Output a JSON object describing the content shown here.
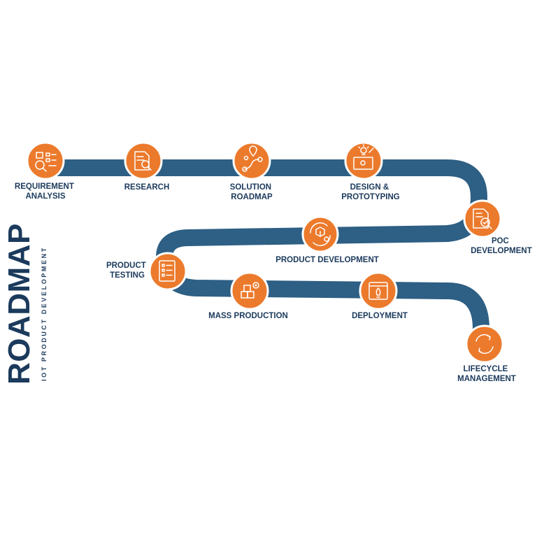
{
  "title": "ROADMAP",
  "subtitle": "IOT PRODUCT DEVELOPMENT",
  "colors": {
    "path": "#2e5f84",
    "node": "#ec7a2c",
    "text": "#1b3a5c",
    "background": "#ffffff"
  },
  "steps": [
    {
      "label_lines": [
        "REQUIREMENT",
        "ANALYSIS"
      ],
      "icon": "magnifier-checklist-icon"
    },
    {
      "label_lines": [
        "RESEARCH"
      ],
      "icon": "document-search-icon"
    },
    {
      "label_lines": [
        "SOLUTION",
        "ROADMAP"
      ],
      "icon": "route-pin-icon"
    },
    {
      "label_lines": [
        "DESIGN &",
        "PROTOTYPING"
      ],
      "icon": "lightbulb-blueprint-icon"
    },
    {
      "label_lines": [
        "POC",
        "DEVELOPMENT"
      ],
      "icon": "document-check-icon"
    },
    {
      "label_lines": [
        "PRODUCT DEVELOPMENT"
      ],
      "icon": "box-cycle-gear-icon"
    },
    {
      "label_lines": [
        "PRODUCT",
        "TESTING"
      ],
      "icon": "checklist-icon"
    },
    {
      "label_lines": [
        "MASS PRODUCTION"
      ],
      "icon": "boxes-gear-icon"
    },
    {
      "label_lines": [
        "DEPLOYMENT"
      ],
      "icon": "rocket-window-icon"
    },
    {
      "label_lines": [
        "LIFECYCLE",
        "MANAGEMENT"
      ],
      "icon": "cycle-arrows-icon"
    }
  ]
}
